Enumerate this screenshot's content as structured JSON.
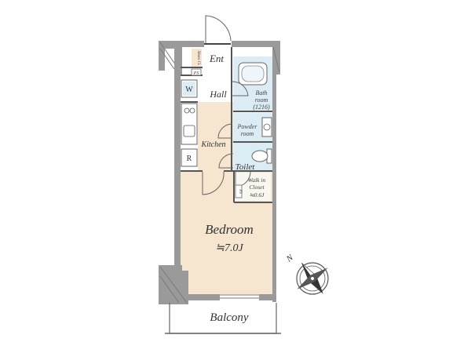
{
  "rooms": {
    "entrance": "Ent",
    "hall": "Hall",
    "bath_line1": "Bath",
    "bath_line2": "room",
    "bath_size": "(1216)",
    "powder_line1": "Powder",
    "powder_line2": "room",
    "kitchen": "Kitchen",
    "toilet": "Toilet",
    "wic_line1": "Walk in",
    "wic_line2": "Closet",
    "wic_size": "≒0.6J",
    "bedroom": "Bedroom",
    "bedroom_size": "≒7.0J",
    "balcony": "Balcony"
  },
  "fixtures": {
    "shoes_cabinet": "Shoes Cl.",
    "pipe_space": "PS",
    "washer": "W",
    "refrigerator": "R",
    "wic_ps": "PS"
  },
  "compass": {
    "north_label": "N",
    "icon": "compass-icon"
  },
  "colors": {
    "wall": "#9a9a9a",
    "floor_wood": "#f6e6cf",
    "floor_tile": "#ffffff",
    "wet_area": "#dcecf4",
    "outline": "#666666"
  }
}
